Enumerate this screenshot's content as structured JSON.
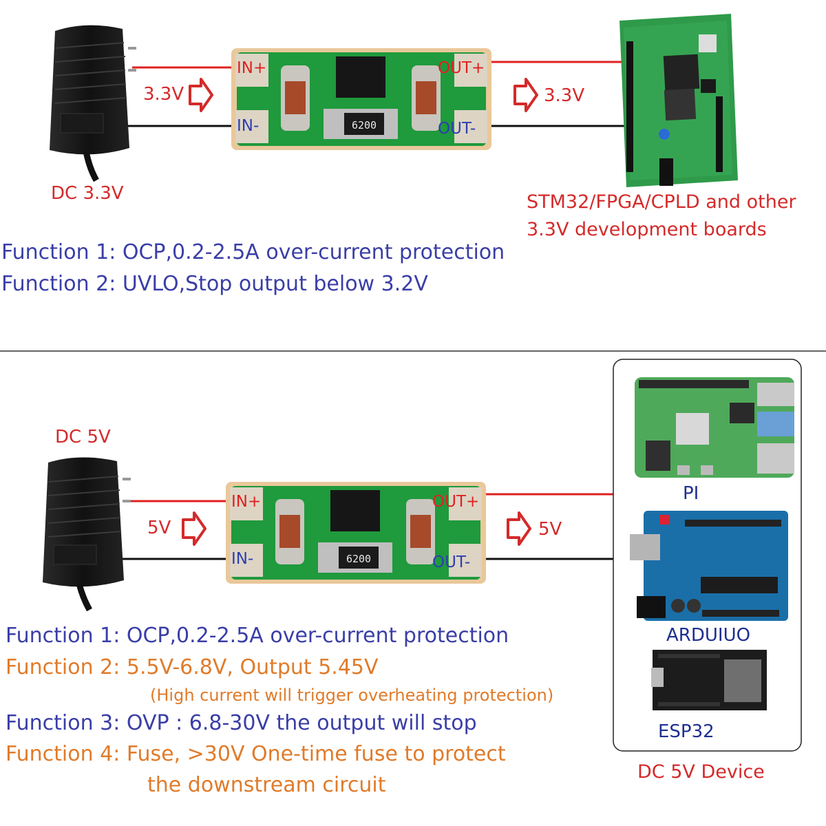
{
  "top": {
    "input_label": "DC 3.3V",
    "input_voltage_arrow": "3.3V",
    "output_voltage_arrow": "3.3V",
    "module": {
      "in_plus": "IN+",
      "in_minus": "IN-",
      "out_plus": "OUT+",
      "out_minus": "OUT-",
      "chip_marking": "6200"
    },
    "target_label_line1": "STM32/FPGA/CPLD and other",
    "target_label_line2": "3.3V development boards",
    "functions": [
      "Function 1: OCP,0.2-2.5A over-current protection",
      "Function 2: UVLO,Stop output below 3.2V"
    ]
  },
  "bottom": {
    "input_label": "DC  5V",
    "input_voltage_arrow": "5V",
    "output_voltage_arrow": "5V",
    "module": {
      "in_plus": "IN+",
      "in_minus": "IN-",
      "out_plus": "OUT+",
      "out_minus": "OUT-",
      "chip_marking": "6200"
    },
    "devices": {
      "pi": "PI",
      "arduino": "ARDUIUO",
      "esp32": "ESP32"
    },
    "devices_caption": "DC 5V Device",
    "functions": [
      {
        "text": "Function 1: OCP,0.2-2.5A over-current protection",
        "color": "#3a3ea6"
      },
      {
        "text": "Function 2: 5.5V-6.8V, Output 5.45V",
        "color": "#e07b2a"
      },
      {
        "text": "(High current will trigger overheating protection)",
        "color": "#e07b2a"
      },
      {
        "text": "Function 3: OVP : 6.8-30V the output will stop",
        "color": "#3a3ea6"
      },
      {
        "text": "Function 4: Fuse, >30V One-time fuse to protect",
        "color": "#e07b2a"
      },
      {
        "text": "the downstream circuit",
        "color": "#e07b2a"
      }
    ]
  },
  "colors": {
    "positive_wire": "#e02020",
    "negative_wire": "#111111",
    "pcb_green": "#1f9a3c"
  }
}
